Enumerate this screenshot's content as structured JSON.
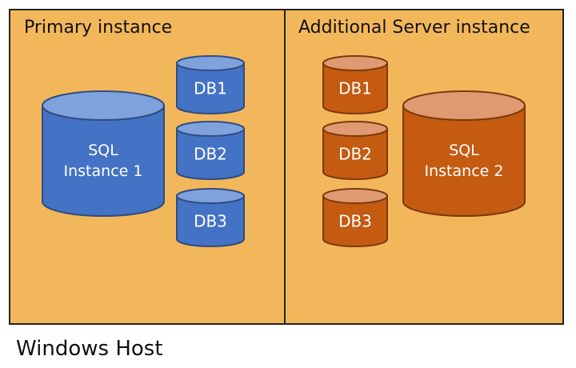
{
  "host": {
    "label": "Windows Host",
    "background": "#f3b75b",
    "border": "#222222"
  },
  "panels": [
    {
      "title": "Primary instance"
    },
    {
      "title": "Additional Server instance"
    }
  ],
  "instances": [
    {
      "name_line1": "SQL",
      "name_line2": "Instance 1",
      "colors": {
        "body": "#4472c4",
        "top": "#7fa1dc",
        "stroke": "#2f4d80"
      },
      "databases": [
        "DB1",
        "DB2",
        "DB3"
      ]
    },
    {
      "name_line1": "SQL",
      "name_line2": "Instance 2",
      "colors": {
        "body": "#c55a11",
        "top": "#df9a72",
        "stroke": "#7c3a0c"
      },
      "databases": [
        "DB1",
        "DB2",
        "DB3"
      ]
    }
  ]
}
